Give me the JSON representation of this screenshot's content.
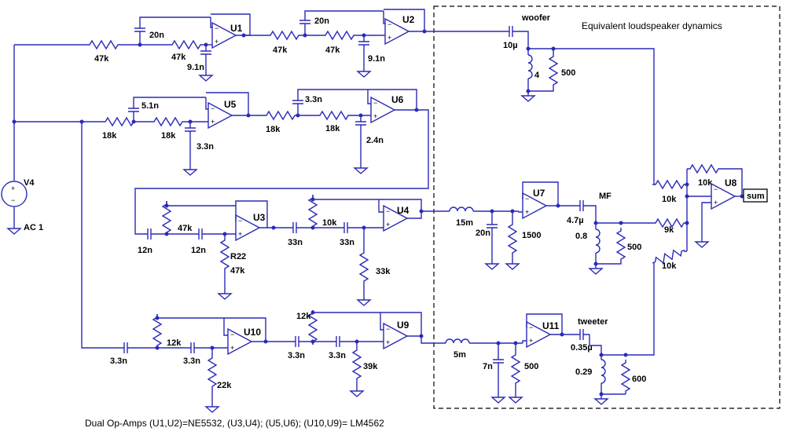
{
  "title_box": "Equivalent loudspeaker dynamics",
  "footer": "Dual Op-Amps (U1,U2)=NE5532,  (U3,U4); (U5,U6); (U10,U9)= LM4562",
  "source": {
    "name": "V4",
    "value": "AC 1"
  },
  "opamps": [
    "U1",
    "U2",
    "U3",
    "U4",
    "U5",
    "U6",
    "U7",
    "U8",
    "U9",
    "U10",
    "U11"
  ],
  "output_net": "sum",
  "driver_labels": {
    "woofer": "woofer",
    "mid": "MF",
    "tweeter": "tweeter"
  },
  "woofer_path": {
    "r1": "47k",
    "c1": "20n",
    "r2": "47k",
    "c2": "9.1n",
    "r3": "47k",
    "c3": "20n",
    "r4": "47k",
    "c4": "9.1n",
    "cs": "10µ",
    "l": "4",
    "r": "500"
  },
  "mid_lowpass": {
    "r1": "18k",
    "c1": "5.1n",
    "r2": "18k",
    "c2": "3.3n",
    "r3": "18k",
    "c3": "3.3n",
    "r4": "18k",
    "c4": "2.4n"
  },
  "mid_highpass": {
    "c1": "12n",
    "r1": "47k",
    "c2": "12n",
    "r2_name": "R22",
    "r2": "47k",
    "c3": "33n",
    "r3": "10k",
    "c4": "33n",
    "r4": "33k"
  },
  "mid_out": {
    "l": "15m",
    "c": "20n",
    "r": "1500",
    "cs": "4.7µ",
    "lm": "0.8",
    "rm": "500"
  },
  "summer": {
    "rf": "10k",
    "r_woofer": "10k",
    "r_mid": "9k",
    "r_tweeter": "10k"
  },
  "tweeter_path": {
    "c1": "3.3n",
    "r1": "12k",
    "c2": "3.3n",
    "r2": "22k",
    "c3": "3.3n",
    "r3": "12k",
    "c4": "3.3n",
    "r4": "39k",
    "l": "5m",
    "c": "7n",
    "r": "500",
    "cs": "0.35µ",
    "lt": "0.29",
    "rt": "600"
  }
}
